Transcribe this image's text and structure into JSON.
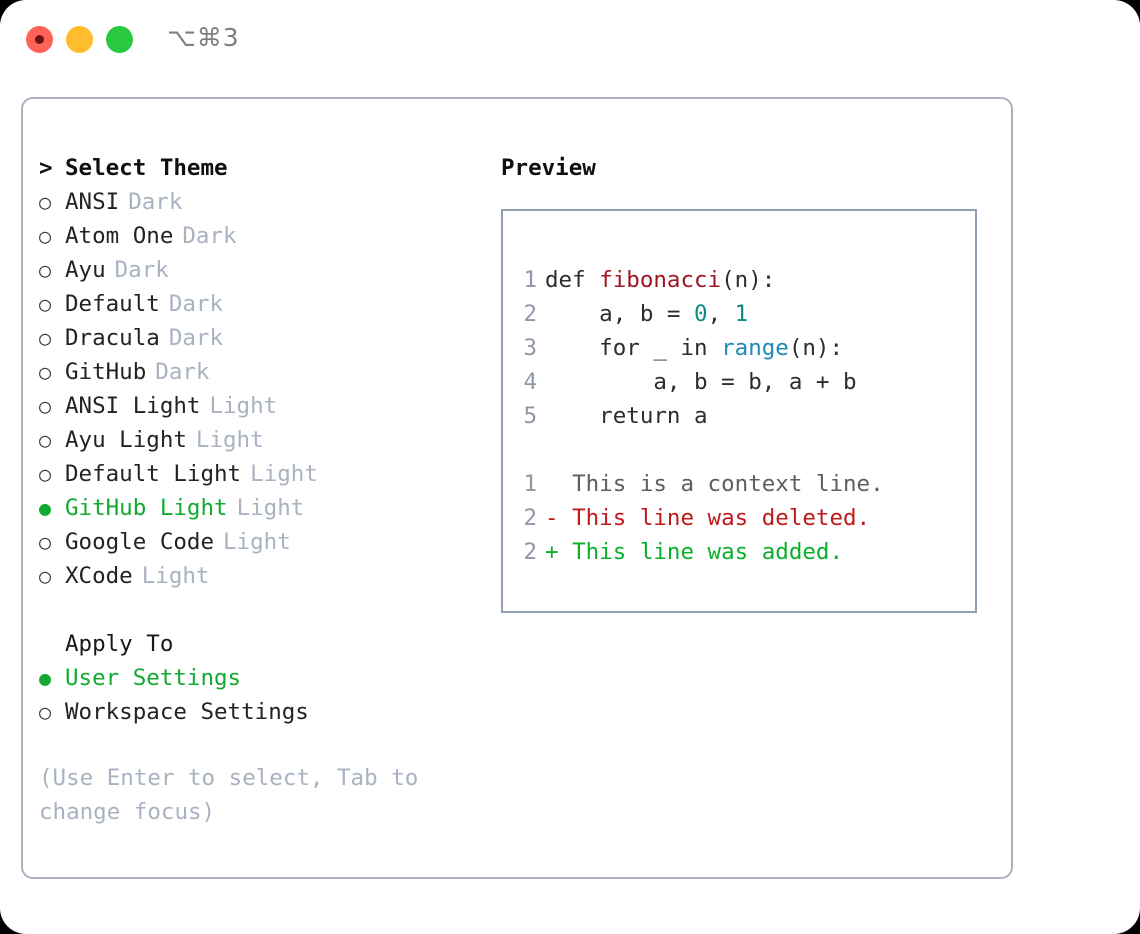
{
  "titlebar": {
    "shortcut": "⌥⌘3",
    "traffic_lights": {
      "close_color": "#ff6259",
      "minimize_color": "#ffbd2e",
      "maximize_color": "#28c840"
    }
  },
  "theme_picker": {
    "header_caret": ">",
    "header_label": "Select Theme",
    "bullet_unselected": "○",
    "bullet_selected": "●",
    "selected_color": "#10aa31",
    "items": [
      {
        "bullet": "○",
        "name": "ANSI",
        "tag": "Dark",
        "selected": false
      },
      {
        "bullet": "○",
        "name": "Atom One",
        "tag": "Dark",
        "selected": false
      },
      {
        "bullet": "○",
        "name": "Ayu",
        "tag": "Dark",
        "selected": false
      },
      {
        "bullet": "○",
        "name": "Default",
        "tag": "Dark",
        "selected": false
      },
      {
        "bullet": "○",
        "name": "Dracula",
        "tag": "Dark",
        "selected": false
      },
      {
        "bullet": "○",
        "name": "GitHub",
        "tag": "Dark",
        "selected": false
      },
      {
        "bullet": "○",
        "name": "ANSI Light",
        "tag": "Light",
        "selected": false
      },
      {
        "bullet": "○",
        "name": "Ayu Light",
        "tag": "Light",
        "selected": false
      },
      {
        "bullet": "○",
        "name": "Default Light",
        "tag": "Light",
        "selected": false
      },
      {
        "bullet": "●",
        "name": "GitHub Light",
        "tag": "Light",
        "selected": true
      },
      {
        "bullet": "○",
        "name": "Google Code",
        "tag": "Light",
        "selected": false
      },
      {
        "bullet": "○",
        "name": "XCode",
        "tag": "Light",
        "selected": false
      }
    ]
  },
  "apply_to": {
    "label": "Apply To",
    "options": [
      {
        "bullet": "●",
        "name": "User Settings",
        "selected": true
      },
      {
        "bullet": "○",
        "name": "Workspace Settings",
        "selected": false
      }
    ]
  },
  "hint": "(Use Enter to select, Tab to change focus)",
  "preview": {
    "title": "Preview",
    "code_lines": [
      {
        "n": "1",
        "pre": "def ",
        "tok": "fibonacci",
        "tok_type": "fn",
        "post": "(n):"
      },
      {
        "n": "2",
        "pre": "    a, b = ",
        "tok": "0",
        "tok_type": "num",
        "post": ", 1"
      },
      {
        "n": "3",
        "pre": "    for _ in ",
        "tok": "range",
        "tok_type": "call",
        "post": "(n):"
      },
      {
        "n": "4",
        "pre": "        a, b = b, a + b",
        "tok": "",
        "tok_type": "",
        "post": ""
      },
      {
        "n": "5",
        "pre": "    return a",
        "tok": "",
        "tok_type": "",
        "post": ""
      }
    ],
    "diff_lines": [
      {
        "n": "1",
        "marker": " ",
        "text": " This is a context line.",
        "kind": "ctx"
      },
      {
        "n": "2",
        "marker": "-",
        "text": " This line was deleted.",
        "kind": "del"
      },
      {
        "n": "2",
        "marker": "+",
        "text": " This line was added.",
        "kind": "add"
      }
    ],
    "colors": {
      "function": "#a01523",
      "number": "#0b8b84",
      "builtin": "#1f8ab5",
      "context": "#5e5e5e",
      "deleted": "#c0191b",
      "added": "#0ab02a",
      "line_number": "#8d97a6"
    }
  }
}
